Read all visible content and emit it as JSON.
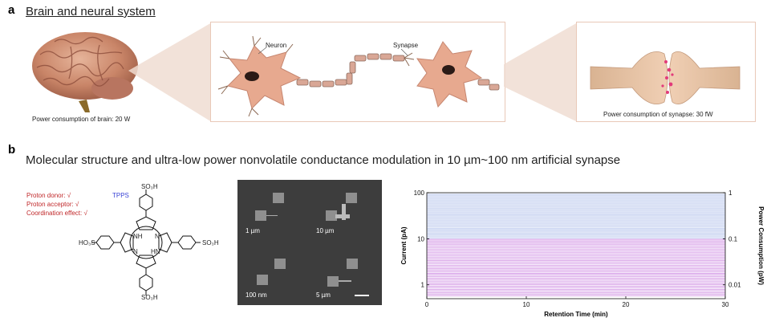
{
  "panel_a": {
    "letter": "a",
    "title": "Brain and neural system",
    "brain_caption": "Power consumption of brain: 20 W",
    "neuron_label": "Neuron",
    "synapse_label": "Synapse",
    "synapse_caption": "Power consumption of synapse: 30 fW"
  },
  "panel_b": {
    "letter": "b",
    "title": "Molecular structure and ultra-low power nonvolatile conductance modulation in 10 µm~100 nm artificial synapse",
    "properties": [
      "Proton donor: √",
      "Proton acceptor: √",
      "Coordination effect: √"
    ],
    "molecule_name": "TPPS",
    "groups": {
      "so3h": "SO₃H",
      "ho3s": "HO₃S",
      "nh": "NH",
      "hn": "HN",
      "n1": "N",
      "n2": "N"
    },
    "sem_labels": [
      "1 µm",
      "10 µm",
      "100 nm",
      "5 µm"
    ]
  },
  "chart_data": {
    "type": "line",
    "xlabel": "Retention Time (min)",
    "ylabel": "Current (pA)",
    "y2label": "Power Consumption (pW)",
    "xlim": [
      0,
      30
    ],
    "ylim": [
      0.5,
      100
    ],
    "yscale": "log",
    "x_ticks": [
      0,
      10,
      20,
      30
    ],
    "y_ticks": [
      {
        "v": 1,
        "t": "1"
      },
      {
        "v": 10,
        "t": "10"
      },
      {
        "v": 100,
        "t": "100"
      }
    ],
    "y2_ticks": [
      {
        "v": 1,
        "t": "0.01"
      },
      {
        "v": 10,
        "t": "0.1"
      },
      {
        "v": 100,
        "t": "1"
      }
    ],
    "series_colors": {
      "high": "#9fb2e6",
      "low": "#c87ee0"
    },
    "series_levels_pA": [
      0.58,
      0.63,
      0.68,
      0.74,
      0.8,
      0.87,
      0.94,
      1.02,
      1.1,
      1.2,
      1.3,
      1.4,
      1.52,
      1.65,
      1.78,
      1.93,
      2.1,
      2.27,
      2.46,
      2.67,
      2.9,
      3.14,
      3.4,
      3.69,
      4.0,
      4.33,
      4.7,
      5.09,
      5.52,
      5.98,
      6.48,
      7.03,
      7.62,
      8.26,
      8.95,
      9.7,
      10.5,
      11.4,
      12.4,
      13.4,
      14.5,
      15.7,
      17.0,
      18.5,
      20.0,
      21.7,
      23.5,
      25.5,
      27.6,
      29.9,
      32.5,
      35.2,
      38.1,
      41.3,
      44.8,
      48.6,
      52.7,
      57.1,
      61.9,
      67.1,
      72.7,
      78.8,
      85.4,
      92.0
    ]
  }
}
